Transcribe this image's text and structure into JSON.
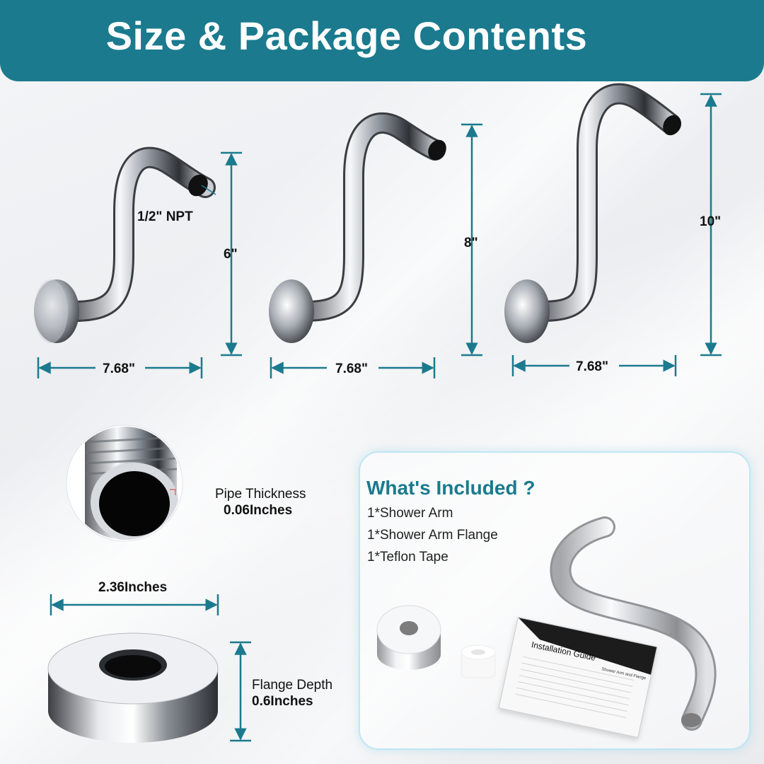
{
  "banner": {
    "title": "Size & Package Contents"
  },
  "arms": [
    {
      "height": "6\"",
      "width": "7.68\""
    },
    {
      "height": "8\"",
      "width": "7.68\""
    },
    {
      "height": "10\"",
      "width": "7.68\""
    }
  ],
  "thread_label": "1/2\" NPT",
  "pipe": {
    "label": "Pipe Thickness",
    "value": "0.06Inches"
  },
  "flange": {
    "width": "2.36Inches",
    "depth_label": "Flange Depth",
    "depth_value": "0.6Inches"
  },
  "included": {
    "title": "What's Included ?",
    "items": [
      "1*Shower Arm",
      "1*Shower Arm Flange",
      "1*Teflon Tape"
    ]
  },
  "guide": {
    "title": "Installation Guide",
    "subtitle": "Shower Arm and Flange"
  },
  "colors": {
    "accent": "#1b7a8e",
    "dimension": "#1b7a8e"
  }
}
